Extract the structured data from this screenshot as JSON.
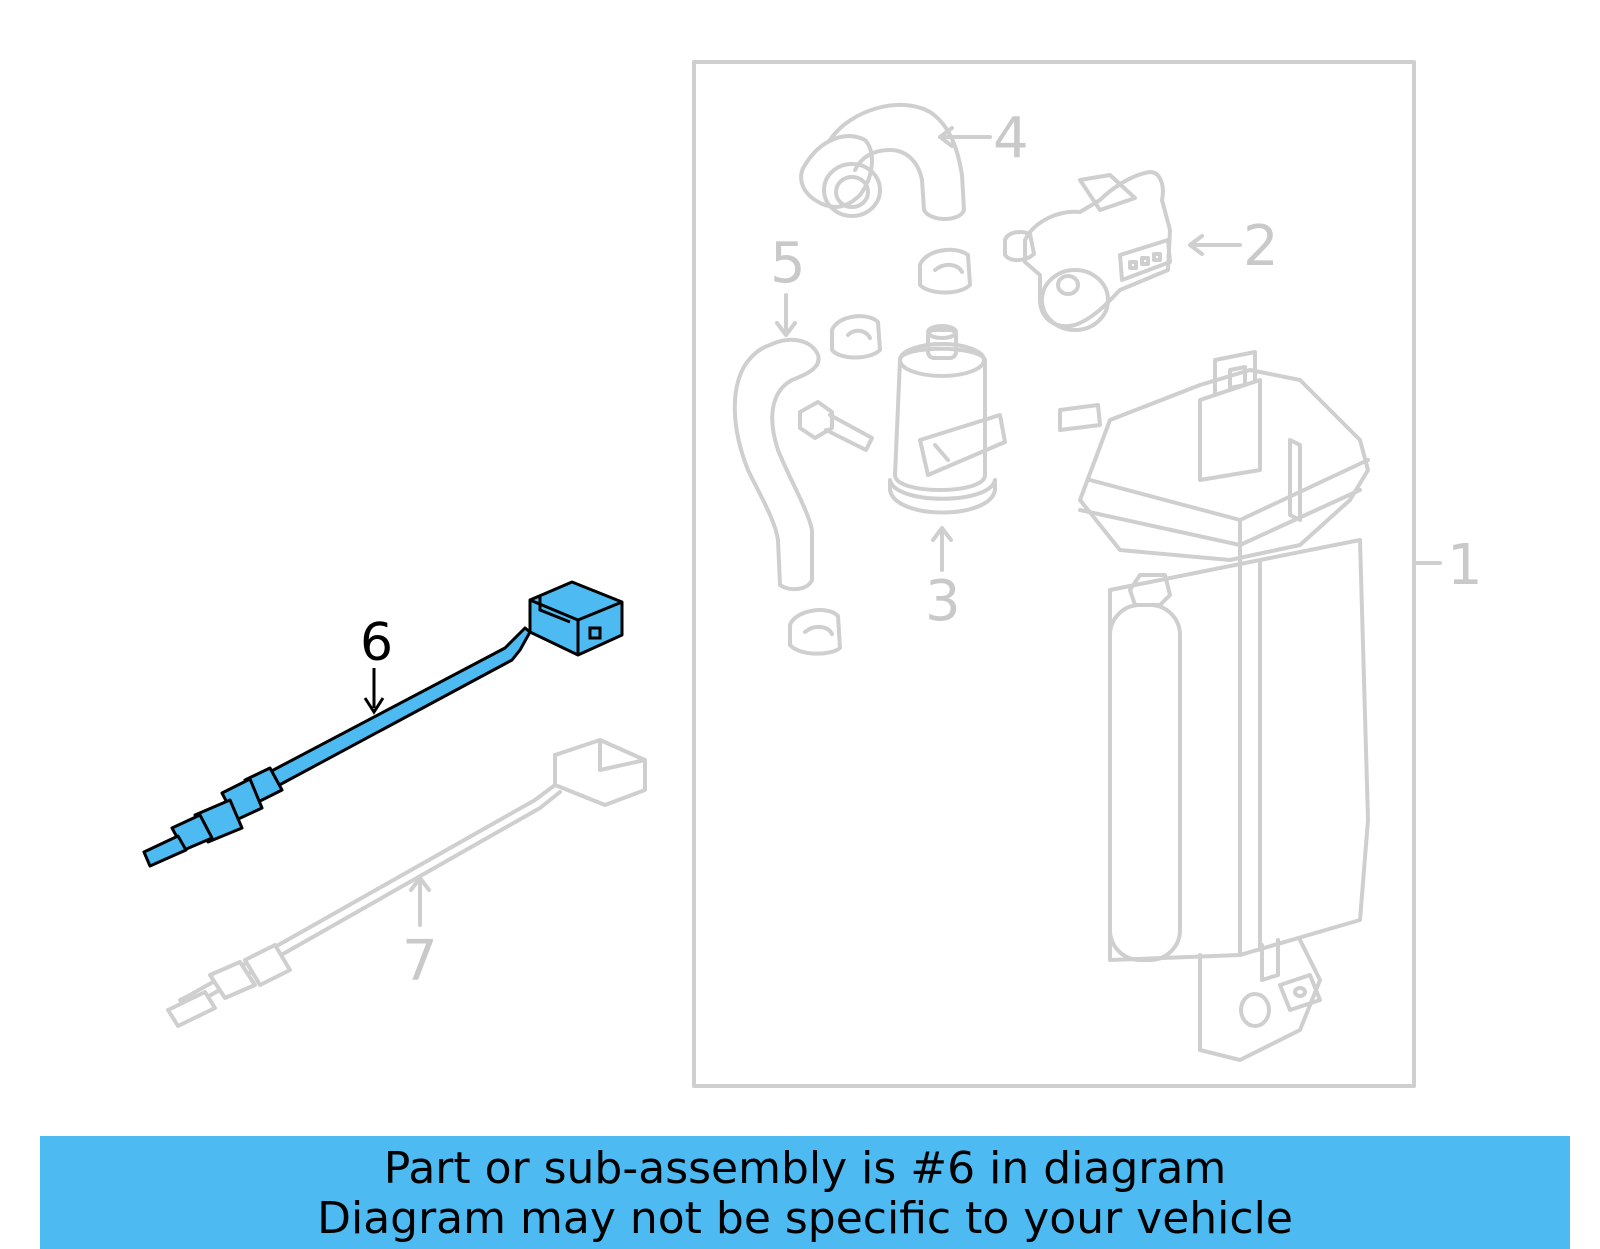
{
  "callouts": {
    "c1": "1",
    "c2": "2",
    "c3": "3",
    "c4": "4",
    "c5": "5",
    "c6": "6",
    "c7": "7"
  },
  "highlight_part": "6",
  "colors": {
    "highlight": "#4dbbf2",
    "outline_gray": "#cfcfcf",
    "banner": "#4dbbf2"
  },
  "banner": {
    "line1": "Part or sub-assembly is #6 in diagram",
    "line2": "Diagram may not be specific to your vehicle"
  }
}
